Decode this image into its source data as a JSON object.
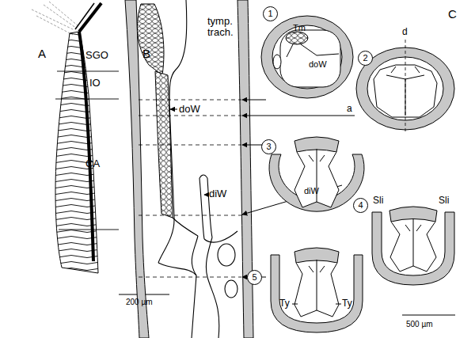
{
  "diagram": {
    "nodes": [
      {
        "text": [
          "1"
        ]
      },
      {
        "text": [
          "2"
        ]
      },
      {
        "text": [
          "3"
        ]
      },
      {
        "text": [
          "4"
        ]
      },
      {
        "text": [
          "5"
        ]
      }
    ],
    "labels": [
      "A",
      "SGO",
      "IO",
      "CA",
      "200 µm",
      "B",
      "tymp. trach.",
      "doW",
      "diW",
      "C",
      "Tm",
      "doW",
      "d",
      "a",
      "diW",
      "Sli",
      "Sli",
      "Ty",
      "Ty",
      "500 µm"
    ]
  }
}
